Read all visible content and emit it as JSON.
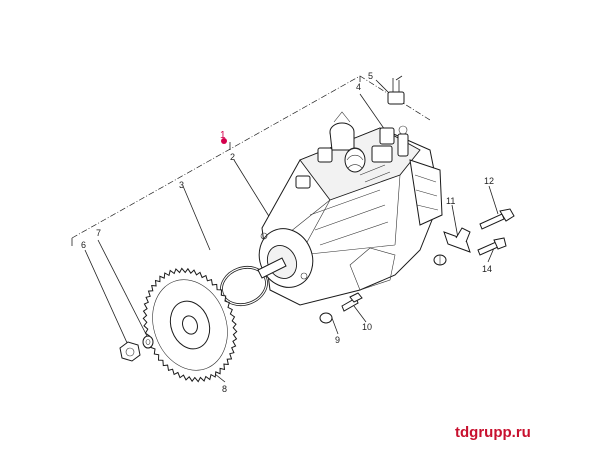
{
  "callouts": {
    "c1": "1",
    "c2": "2",
    "c3": "3",
    "c4": "4",
    "c5": "5",
    "c6": "6",
    "c7": "7",
    "c8": "8",
    "c9": "9",
    "c10": "10",
    "c11": "11",
    "c12": "12",
    "c14": "14"
  },
  "watermark": "tdgrupp.ru",
  "colors": {
    "callout_highlight": "#d4004c",
    "watermark": "#c8102e",
    "linework": "#1a1a1a"
  }
}
